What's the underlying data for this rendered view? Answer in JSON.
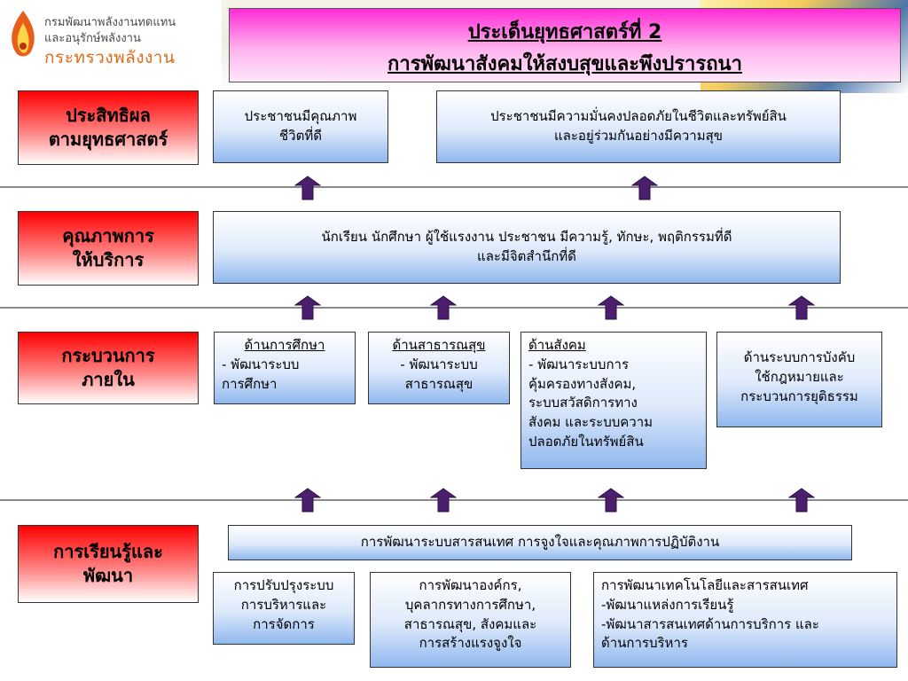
{
  "ministry": {
    "line1": "กรมพัฒนาพลังงานทดแทน",
    "line2": "และอนุรักษ์พลังงาน",
    "line3": "กระทรวงพลังงาน"
  },
  "title": {
    "line1": "ประเด็นยุทธศาสตร์ที่ 2",
    "line2": "การพัฒนาสังคมให้สงบสุขและพึงปรารถนา"
  },
  "rows": {
    "outcome": {
      "label": "ประสิทธิผล\nตามยุทธศาสตร์",
      "boxes": [
        "ประชาชนมีคุณภาพ\nชีวิตที่ดี",
        "ประชาชนมีความมั่นคงปลอดภัยในชีวิตและทรัพย์สิน\nและอยู่ร่วมกันอย่างมีความสุข"
      ]
    },
    "service": {
      "label": "คุณภาพการ\nให้บริการ",
      "box": "นักเรียน  นักศึกษา  ผู้ใช้แรงงาน  ประชาชน  มีความรู้, ทักษะ, พฤติกรรมที่ดี\nและมีจิตสำนึกที่ดี"
    },
    "process": {
      "label": "กระบวนการ\nภายใน",
      "boxes": [
        {
          "heading": "ด้านการศึกษา",
          "body": "- พัฒนาระบบ\nการศึกษา"
        },
        {
          "heading": "ด้านสาธารณสุข",
          "body": "- พัฒนาระบบ\nสาธารณสุข"
        },
        {
          "heading": "ด้านสังคม",
          "body": "- พัฒนาระบบการ\nคุ้มครองทางสังคม,\nระบบสวัสดิการทาง\nสังคม และระบบความ\nปลอดภัยในทรัพย์สิน"
        },
        {
          "heading": "",
          "body": "ด้านระบบการบังคับ\nใช้กฎหมายและ\nกระบวนการยุติธรรม"
        }
      ]
    },
    "learning": {
      "label": "การเรียนรู้และ\nพัฒนา",
      "top_box": "การพัฒนาระบบสารสนเทศ การจูงใจและคุณภาพการปฏิบัติงาน",
      "boxes": [
        "การปรับปรุงระบบ\nการบริหารและ\nการจัดการ",
        "การพัฒนาองค์กร,\nบุคลากรทางการศึกษา,\nสาธารณสุข, สังคมและ\nการสร้างแรงจูงใจ",
        "การพัฒนาเทคโนโลยีและสารสนเทศ\n-พัฒนาแหล่งการเรียนรู้\n-พัฒนาสารสนเทศด้านการบริการ และ\nด้านการบริหาร"
      ]
    }
  },
  "colors": {
    "arrow": "#4b1e6e",
    "label_red": "#ff0000",
    "title_magenta": "#ff2bd6"
  }
}
